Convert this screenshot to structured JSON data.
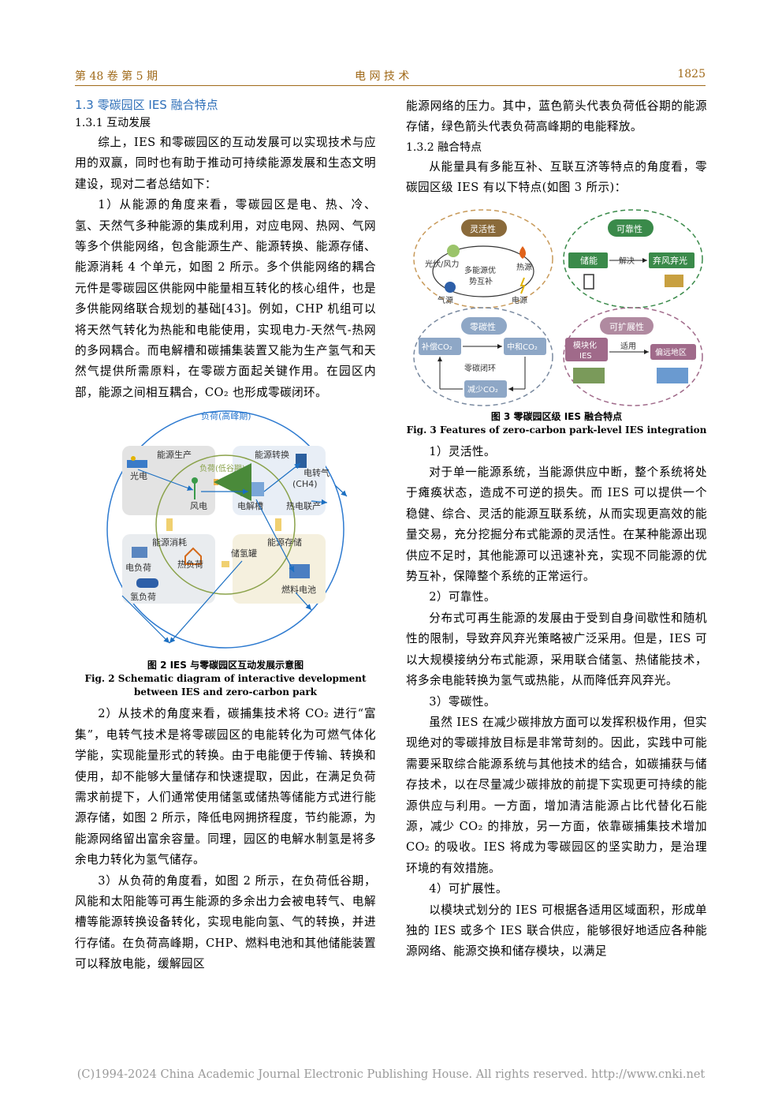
{
  "header": {
    "left": "第 48 卷  第 5 期",
    "center": "电  网  技  术",
    "right": "1825"
  },
  "left": {
    "section_title": "1.3   零碳园区 IES 融合特点",
    "sub_title": "1.3.1    互动发展",
    "p1": "综上，IES 和零碳园区的互动发展可以实现技术与应用的双赢，同时也有助于推动可持续能源发展和生态文明建设，现对二者总结如下：",
    "p2": "1）从能源的角度来看，零碳园区是电、热、冷、氢、天然气多种能源的集成利用，对应电网、热网、气网等多个供能网络，包含能源生产、能源转换、能源存储、能源消耗 4 个单元，如图 2 所示。多个供能网络的耦合元件是零碳园区供能网中能量相互转化的核心组件，也是多供能网络联合规划的基础[43]。例如，CHP 机组可以将天然气转化为热能和电能使用，实现电力-天然气-热网的多网耦合。而电解槽和碳捕集装置又能为生产氢气和天然气提供所需原料，在零碳方面起关键作用。在园区内部，能源之间相互耦合，CO₂ 也形成零碳闭环。",
    "fig2": {
      "outer": "负荷(高峰期)",
      "inner": "负荷(低谷期)",
      "q1": "能源生产",
      "q2": "能源转换",
      "q3": "能源消耗",
      "q4": "能源存储",
      "pv": "光电",
      "wind": "风电",
      "p2g": "电转气",
      "ch4": "(CH4)",
      "electrolyzer": "电解槽",
      "chp": "热电联产",
      "eload": "电负荷",
      "hload": "热负荷",
      "h2load": "氢负荷",
      "h2tank": "储氢罐",
      "fuelcell": "燃料电池"
    },
    "cap2_cn": "图 2    IES 与零碳园区互动发展示意图",
    "cap2_en1": "Fig. 2     Schematic diagram of interactive development",
    "cap2_en2": "between IES and zero-carbon park",
    "p3": "2）从技术的角度来看，碳捕集技术将 CO₂ 进行“富集”，电转气技术是将零碳园区的电能转化为可燃气体化学能，实现能量形式的转换。由于电能便于传输、转换和使用，却不能够大量储存和快速提取，因此，在满足负荷需求前提下，人们通常使用储氢或储热等储能方式进行能源存储，如图 2 所示，降低电网拥挤程度，节约能源，为能源网络留出富余容量。同理，园区的电解水制氢是将多余电力转化为氢气储存。",
    "p4": "3）从负荷的角度看，如图 2 所示，在负荷低谷期，风能和太阳能等可再生能源的多余出力会被电转气、电解槽等能源转换设备转化，实现电能向氢、气的转换，并进行存储。在负荷高峰期，CHP、燃料电池和其他储能装置可以释放电能，缓解园区"
  },
  "right": {
    "p1": "能源网络的压力。其中，蓝色箭头代表负荷低谷期的能源存储，绿色箭头代表负荷高峰期的电能释放。",
    "sub_title": "1.3.2    融合特点",
    "p2": "从能量具有多能互补、互联互济等特点的角度看，零碳园区级 IES 有以下特点(如图 3 所示)：",
    "fig3": {
      "flex": "灵活性",
      "reliab": "可靠性",
      "zero": "零碳性",
      "expand": "可扩展性",
      "pvwind": "光伏/风力",
      "heat": "热源",
      "gas": "气源",
      "power": "电源",
      "center1": "多能源优",
      "center2": "势互补",
      "storage": "储能",
      "solve": "解决",
      "curtail": "弃风弃光",
      "comp": "补偿CO₂",
      "neutral": "中和CO₂",
      "loop": "零碳闭环",
      "reduce": "减少CO₂",
      "modular1": "模块化",
      "modular2": "IES",
      "apply": "适用",
      "remote": "偏远地区"
    },
    "cap3_cn": "图 3    零碳园区级 IES 融合特点",
    "cap3_en": "Fig. 3     Features of zero-carbon park-level IES integration",
    "h1": "1）灵活性。",
    "p3": "对于单一能源系统，当能源供应中断，整个系统将处于瘫痪状态，造成不可逆的损失。而 IES 可以提供一个稳健、综合、灵活的能源互联系统，从而实现更高效的能量交易，充分挖掘分布式能源的灵活性。在某种能源出现供应不足时，其他能源可以迅速补充，实现不同能源的优势互补，保障整个系统的正常运行。",
    "h2": "2）可靠性。",
    "p4": "分布式可再生能源的发展由于受到自身间歇性和随机性的限制，导致弃风弃光策略被广泛采用。但是，IES 可以大规模接纳分布式能源，采用联合储氢、热储能技术，将多余电能转换为氢气或热能，从而降低弃风弃光。",
    "h3": "3）零碳性。",
    "p5": "虽然 IES 在减少碳排放方面可以发挥积极作用，但实现绝对的零碳排放目标是非常苛刻的。因此，实践中可能需要采取综合能源系统与其他技术的结合，如碳捕获与储存技术，以在尽量减少碳排放的前提下实现更可持续的能源供应与利用。一方面，增加清洁能源占比代替化石能源，减少 CO₂ 的排放，另一方面，依靠碳捕集技术增加 CO₂ 的吸收。IES 将成为零碳园区的坚实助力，是治理环境的有效措施。",
    "h4": "4）可扩展性。",
    "p6": "以模块式划分的 IES 可根据各适用区域面积，形成单独的 IES 或多个 IES 联合供应，能够很好地适应各种能源网络、能源交换和储存模块，以满足"
  },
  "footer": "(C)1994-2024 China Academic Journal Electronic Publishing House. All rights reserved.     http://www.cnki.net"
}
